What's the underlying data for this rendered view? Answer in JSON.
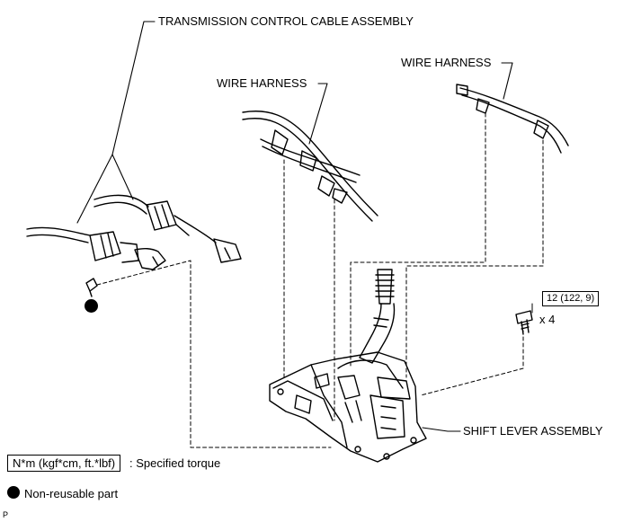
{
  "labels": {
    "transmission_cable": "TRANSMISSION CONTROL CABLE ASSEMBLY",
    "wire_harness_left": "WIRE HARNESS",
    "wire_harness_right": "WIRE HARNESS",
    "shift_lever": "SHIFT LEVER ASSEMBLY",
    "torque_value": "12 (122, 9)",
    "quantity": "x 4",
    "torque_legend_box": "N*m (kgf*cm, ft.*lbf)",
    "torque_legend_text": ": Specified torque",
    "nonreusable_legend_text": "Non-reusable part",
    "corner_code": "P"
  },
  "colors": {
    "line": "#000000",
    "background": "#ffffff"
  }
}
